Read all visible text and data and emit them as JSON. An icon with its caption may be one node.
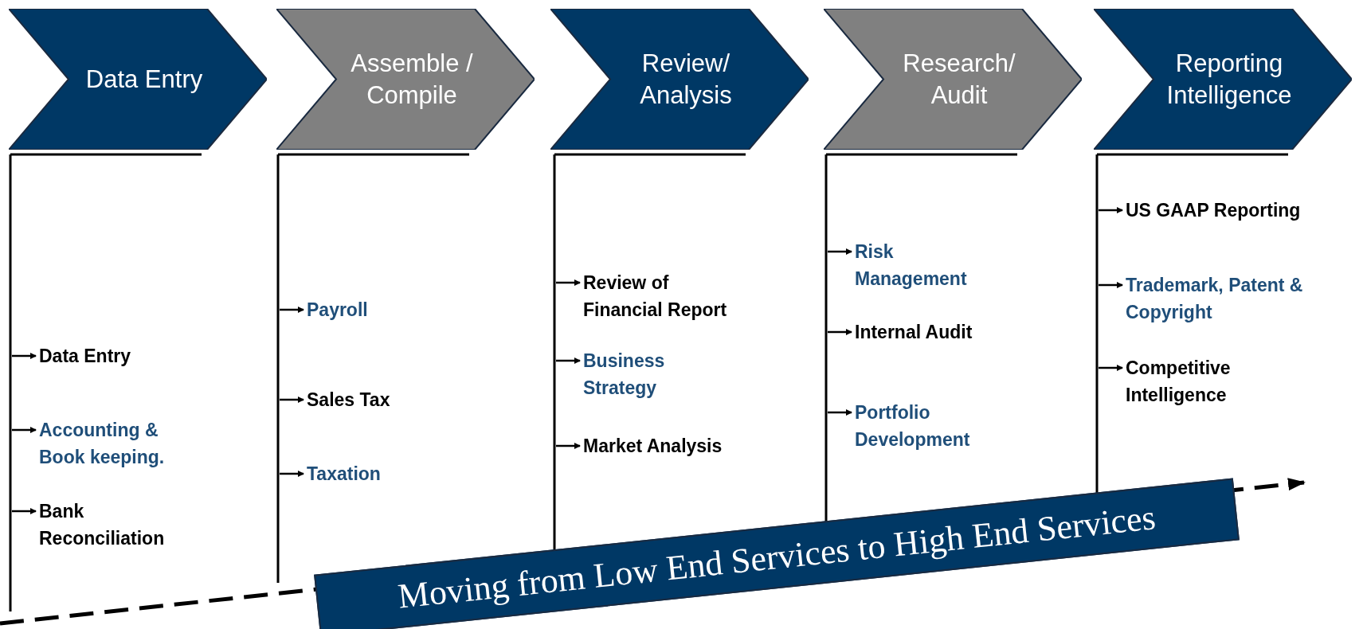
{
  "diagram": {
    "nodes": [
      {
        "text": [
          "Data Entry"
        ]
      },
      {
        "text": [
          "Assemble / Compile"
        ]
      },
      {
        "text": [
          "Review/ Analysis"
        ]
      },
      {
        "text": [
          "Research/ Audit"
        ]
      },
      {
        "text": [
          "Reporting Intelligence"
        ]
      },
      {
        "text": [
          "Data Entry"
        ]
      },
      {
        "text": [
          "Accounting & Book keeping."
        ]
      },
      {
        "text": [
          "Bank Reconciliation"
        ]
      },
      {
        "text": [
          "Payroll"
        ]
      },
      {
        "text": [
          "Sales Tax"
        ]
      },
      {
        "text": [
          "Taxation"
        ]
      },
      {
        "text": [
          "Review of Financial Report"
        ]
      },
      {
        "text": [
          "Business Strategy"
        ]
      },
      {
        "text": [
          "Market Analysis"
        ]
      },
      {
        "text": [
          "Risk Management"
        ]
      },
      {
        "text": [
          "Internal Audit"
        ]
      },
      {
        "text": [
          "Portfolio Development"
        ]
      },
      {
        "text": [
          "US GAAP Reporting"
        ]
      },
      {
        "text": [
          "Trademark, Patent & Copyright"
        ]
      },
      {
        "text": [
          "Competitive Intelligence"
        ]
      },
      {
        "text": [
          "Moving from Low End Services to High End Services"
        ]
      }
    ],
    "edges": [
      {
        "from": null,
        "to": 5,
        "arrow": "to"
      },
      {
        "from": null,
        "to": 6,
        "arrow": "to"
      },
      {
        "from": null,
        "to": 7,
        "arrow": "to"
      },
      {
        "from": null,
        "to": 8,
        "arrow": "to"
      },
      {
        "from": null,
        "to": 9,
        "arrow": "to"
      },
      {
        "from": null,
        "to": 10,
        "arrow": "to"
      },
      {
        "from": null,
        "to": 11,
        "arrow": "to"
      },
      {
        "from": null,
        "to": 12,
        "arrow": "to"
      },
      {
        "from": null,
        "to": 13,
        "arrow": "to"
      },
      {
        "from": null,
        "to": 14,
        "arrow": "to"
      },
      {
        "from": null,
        "to": 15,
        "arrow": "to"
      },
      {
        "from": null,
        "to": 16,
        "arrow": "to"
      },
      {
        "from": null,
        "to": 17,
        "arrow": "to"
      },
      {
        "from": null,
        "to": 18,
        "arrow": "to"
      },
      {
        "from": null,
        "to": 19,
        "arrow": "to"
      }
    ]
  }
}
